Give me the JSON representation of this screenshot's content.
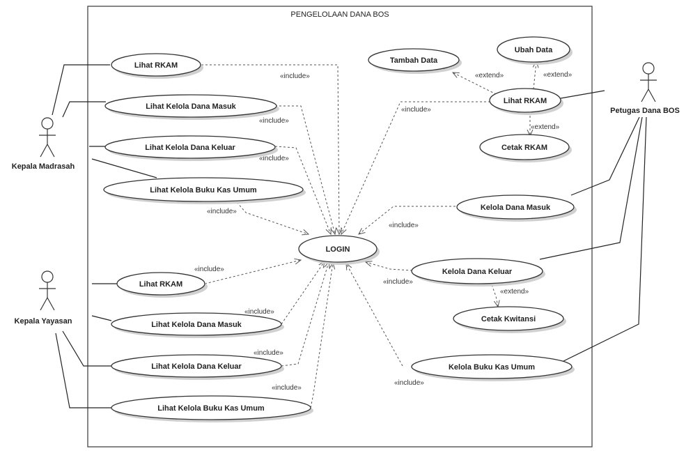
{
  "system": {
    "title": "PENGELOLAAN DANA BOS"
  },
  "actors": {
    "kepala_madrasah": "Kepala Madrasah",
    "kepala_yayasan": "Kepala Yayasan",
    "petugas": "Petugas Dana BOS"
  },
  "usecases": {
    "login": "LOGIN",
    "km_lihat_rkam": "Lihat RKAM",
    "km_dana_masuk": "Lihat Kelola Dana Masuk",
    "km_dana_keluar": "Lihat Kelola Dana Keluar",
    "km_buku_kas": "Lihat Kelola Buku Kas Umum",
    "ky_lihat_rkam": "Lihat RKAM",
    "ky_dana_masuk": "Lihat Kelola Dana Masuk",
    "ky_dana_keluar": "Lihat Kelola Dana Keluar",
    "ky_buku_kas": "Lihat Kelola Buku Kas Umum",
    "tambah_data": "Tambah Data",
    "ubah_data": "Ubah Data",
    "p_lihat_rkam": "Lihat RKAM",
    "cetak_rkam": "Cetak RKAM",
    "kelola_dana_masuk": "Kelola Dana Masuk",
    "kelola_dana_keluar": "Kelola Dana Keluar",
    "cetak_kwitansi": "Cetak Kwitansi",
    "kelola_buku_kas": "Kelola Buku Kas Umum"
  },
  "stereotypes": {
    "include": "«include»",
    "extend": "«extend»"
  }
}
